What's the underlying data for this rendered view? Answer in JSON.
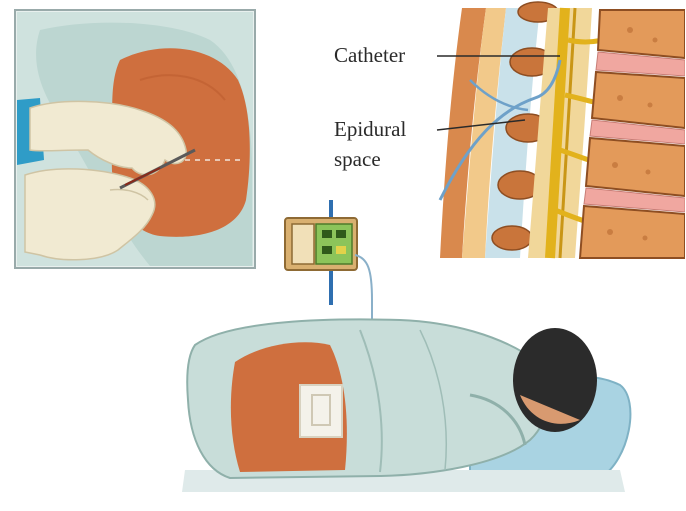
{
  "labels": {
    "catheter": "Catheter",
    "epidural_line1": "Epidural",
    "epidural_line2": "space"
  },
  "colors": {
    "skin": "#cf6f3e",
    "gown": "#c8ddd9",
    "glove": "#f1ead2",
    "bone": "#d9894d",
    "nerve": "#e2b21c",
    "ligament": "#f0a7a0",
    "catheter_line": "#6ea1c9",
    "pillow": "#a9d3e2",
    "hair": "#2b2b2b",
    "pump_frame": "#c99b5a",
    "pump_board": "#8cc45a"
  },
  "icons": [
    "hands-with-needle-illustration",
    "spine-cross-section-illustration",
    "infusion-pump-illustration",
    "patient-lying-illustration"
  ]
}
